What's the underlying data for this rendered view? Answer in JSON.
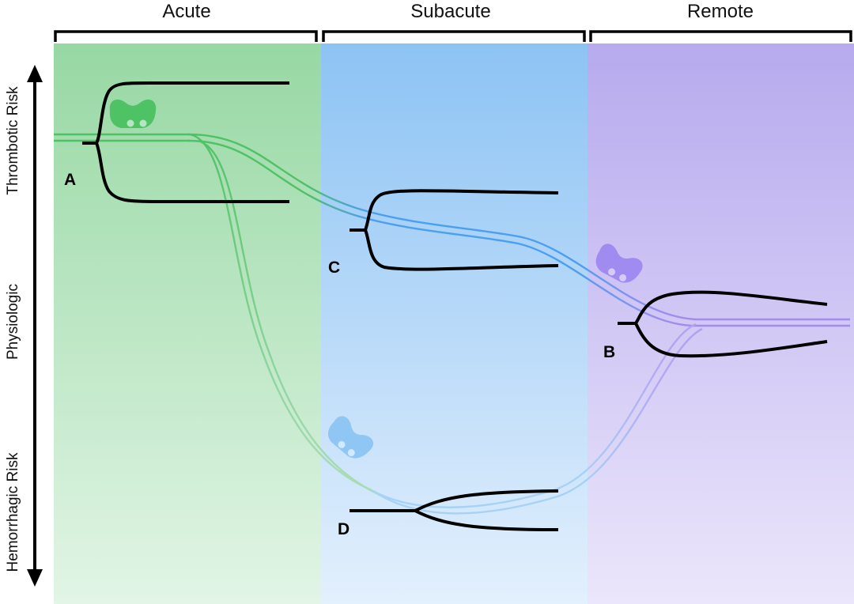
{
  "phases": [
    {
      "label": "Acute",
      "color": "#8fd69a"
    },
    {
      "label": "Subacute",
      "color": "#8ec3f3"
    },
    {
      "label": "Remote",
      "color": "#b9abee"
    }
  ],
  "y_axis": {
    "top_label": "Thrombotic Risk",
    "middle_label": "Physiologic",
    "bottom_label": "Hemorrhagic Risk"
  },
  "points": {
    "a": "A",
    "b": "B",
    "c": "C",
    "d": "D"
  },
  "colors": {
    "green_path": "#4fc266",
    "blue_path": "#4a9ff0",
    "purple_path": "#a08cf0",
    "fork": "#000000"
  },
  "icons": [
    "green-car-icon",
    "purple-car-icon",
    "blue-car-icon"
  ]
}
